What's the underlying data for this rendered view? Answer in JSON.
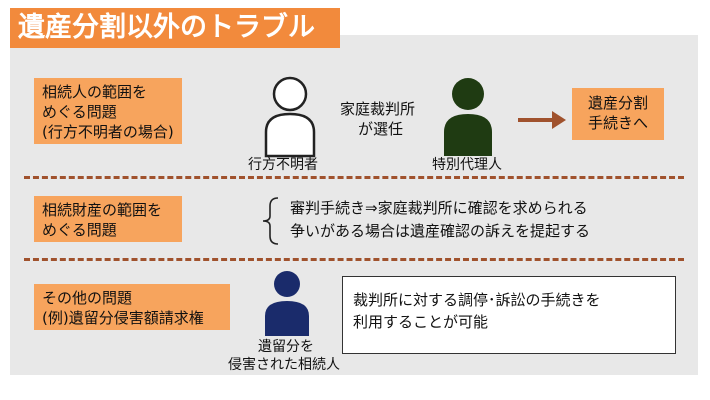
{
  "title": "遺産分割以外のトラブル",
  "rows": [
    {
      "label": [
        "相続人の範囲を",
        "めぐる問題",
        "(行方不明者の場合)"
      ],
      "missing_person_caption": "行方不明者",
      "court_text": [
        "家庭裁判所",
        "が選任"
      ],
      "agent_caption": "特別代理人",
      "destination": [
        "遺産分割",
        "手続きへ"
      ]
    },
    {
      "label": [
        "相続財産の範囲を",
        "めぐる問題"
      ],
      "lines": [
        "審判手続き⇒家庭裁判所に確認を求められる",
        "争いがある場合は遺産確認の訴えを提起する"
      ]
    },
    {
      "label": [
        "その他の問題",
        "(例)遺留分侵害額請求権"
      ],
      "person_caption": [
        "遺留分を",
        "侵害された相続人"
      ],
      "box_text": [
        "裁判所に対する調停･訴訟の手続きを",
        "利用することが可能"
      ]
    }
  ],
  "colors": {
    "accent": "#f28a3c",
    "label_fill": "#f7a45d",
    "panel": "#e8e8e8",
    "divider": "#a0522d",
    "agent_person": "#1f3b12",
    "heir_person": "#1a2b6b",
    "arrow": "#a0522d"
  },
  "icons": [
    "person-outline-icon",
    "person-filled-icon",
    "arrow-right-icon",
    "brace-icon"
  ]
}
